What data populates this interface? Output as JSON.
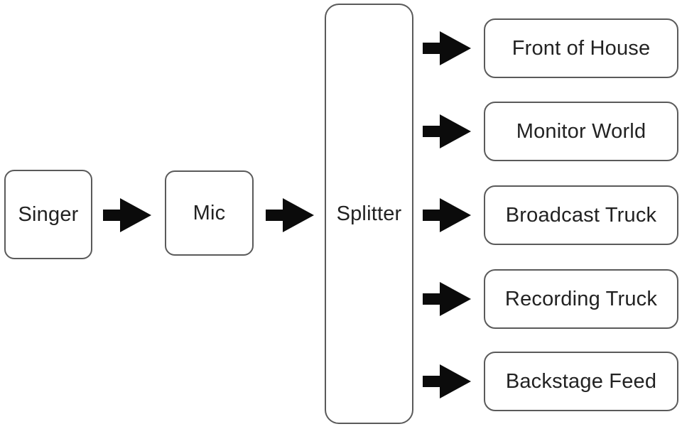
{
  "diagram": {
    "type": "flowchart",
    "description": "Microphone signal split diagram: a singer's mic feeds a splitter which distributes the signal to five destinations",
    "colors": {
      "background": "#ffffff",
      "box_fill": "#ffffff",
      "box_border": "#5a5a5a",
      "text": "#222222",
      "arrow": "#0b0b0b"
    },
    "chain": [
      {
        "label": "Singer"
      },
      {
        "label": "Mic"
      },
      {
        "label": "Splitter"
      }
    ],
    "outputs": [
      {
        "label": "Front of House"
      },
      {
        "label": "Monitor World"
      },
      {
        "label": "Broadcast Truck"
      },
      {
        "label": "Recording Truck"
      },
      {
        "label": "Backstage Feed"
      }
    ]
  }
}
